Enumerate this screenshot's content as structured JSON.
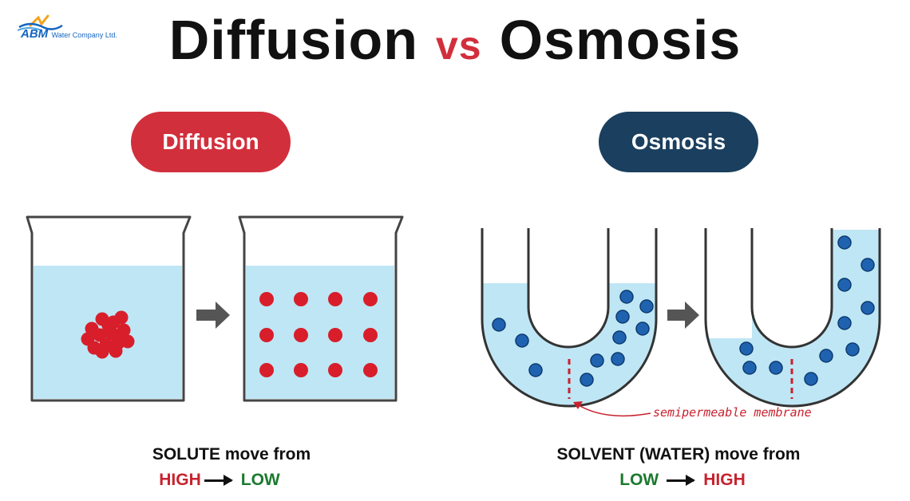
{
  "logo": {
    "brand": "ABM",
    "company": "Water Company Ltd.",
    "colors": {
      "primary": "#1565c0",
      "accent": "#f2a31b"
    }
  },
  "title": {
    "part1": "Diffusion",
    "connector": "vs",
    "part2": "Osmosis"
  },
  "diffusion": {
    "label": "Diffusion",
    "caption": "SOLUTE move from",
    "flow_from": "HIGH",
    "flow_to": "LOW",
    "color": "#d22f3c"
  },
  "osmosis": {
    "label": "Osmosis",
    "caption": "SOLVENT (WATER) move from",
    "flow_from": "LOW",
    "flow_to": "HIGH",
    "color": "#1b3f5e",
    "membrane_label": "semipermeable membrane"
  },
  "colors": {
    "water": "#bfe6f4",
    "solute": "#d81e2b",
    "solvent": "#1f63b0",
    "arrow": "#555555"
  }
}
